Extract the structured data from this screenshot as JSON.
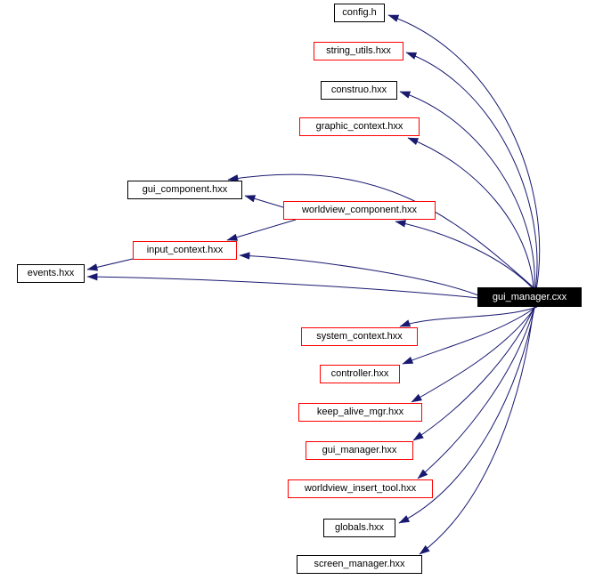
{
  "graph": {
    "type": "include-dependency-graph",
    "background": "#ffffff",
    "edge_color": "#191970",
    "root_label": "gui_manager.cxx",
    "nodes": [
      {
        "label": "config.h",
        "border_color": "#000000"
      },
      {
        "label": "string_utils.hxx",
        "border_color": "#ff0000"
      },
      {
        "label": "construo.hxx",
        "border_color": "#000000"
      },
      {
        "label": "graphic_context.hxx",
        "border_color": "#ff0000"
      },
      {
        "label": "gui_component.hxx",
        "border_color": "#000000"
      },
      {
        "label": "worldview_component.hxx",
        "border_color": "#ff0000"
      },
      {
        "label": "input_context.hxx",
        "border_color": "#ff0000"
      },
      {
        "label": "events.hxx",
        "border_color": "#000000"
      },
      {
        "label": "gui_manager.cxx",
        "border_color": "#000000",
        "bg_color": "#000000",
        "text_color": "#ffffff"
      },
      {
        "label": "system_context.hxx",
        "border_color": "#ff0000"
      },
      {
        "label": "controller.hxx",
        "border_color": "#ff0000"
      },
      {
        "label": "keep_alive_mgr.hxx",
        "border_color": "#ff0000"
      },
      {
        "label": "gui_manager.hxx",
        "border_color": "#ff0000"
      },
      {
        "label": "worldview_insert_tool.hxx",
        "border_color": "#ff0000"
      },
      {
        "label": "globals.hxx",
        "border_color": "#000000"
      },
      {
        "label": "screen_manager.hxx",
        "border_color": "#000000"
      }
    ],
    "edges": [
      {
        "from": "gui_manager.cxx",
        "to": "config.h"
      },
      {
        "from": "gui_manager.cxx",
        "to": "string_utils.hxx"
      },
      {
        "from": "gui_manager.cxx",
        "to": "construo.hxx"
      },
      {
        "from": "gui_manager.cxx",
        "to": "graphic_context.hxx"
      },
      {
        "from": "gui_manager.cxx",
        "to": "gui_component.hxx"
      },
      {
        "from": "gui_manager.cxx",
        "to": "worldview_component.hxx"
      },
      {
        "from": "gui_manager.cxx",
        "to": "input_context.hxx"
      },
      {
        "from": "gui_manager.cxx",
        "to": "events.hxx"
      },
      {
        "from": "gui_manager.cxx",
        "to": "system_context.hxx"
      },
      {
        "from": "gui_manager.cxx",
        "to": "controller.hxx"
      },
      {
        "from": "gui_manager.cxx",
        "to": "keep_alive_mgr.hxx"
      },
      {
        "from": "gui_manager.cxx",
        "to": "gui_manager.hxx"
      },
      {
        "from": "gui_manager.cxx",
        "to": "worldview_insert_tool.hxx"
      },
      {
        "from": "gui_manager.cxx",
        "to": "globals.hxx"
      },
      {
        "from": "gui_manager.cxx",
        "to": "screen_manager.hxx"
      },
      {
        "from": "worldview_component.hxx",
        "to": "gui_component.hxx"
      },
      {
        "from": "worldview_component.hxx",
        "to": "input_context.hxx"
      },
      {
        "from": "input_context.hxx",
        "to": "events.hxx"
      }
    ]
  }
}
